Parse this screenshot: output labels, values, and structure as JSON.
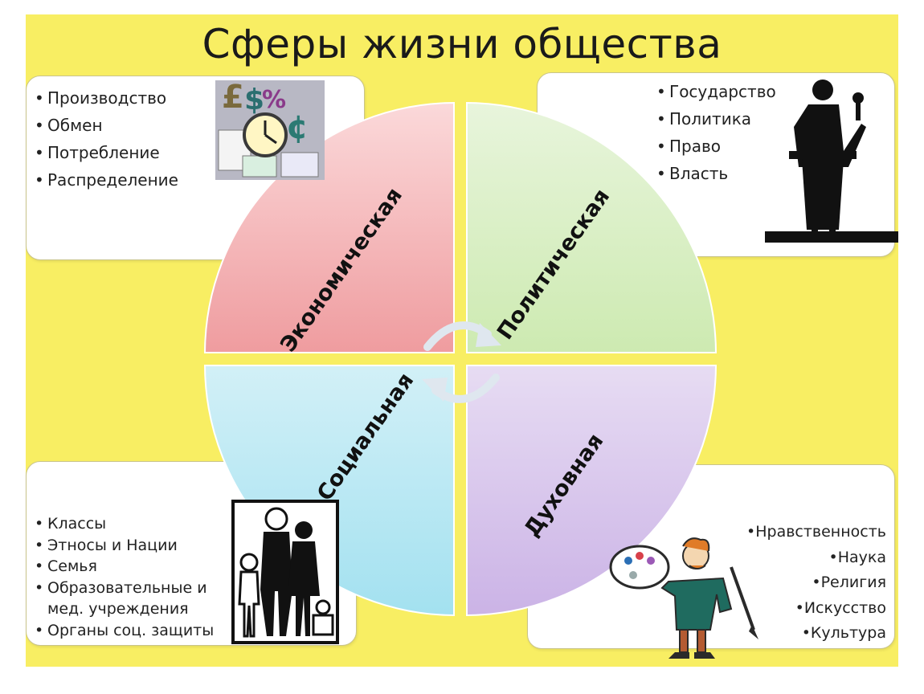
{
  "title": "Сферы жизни общества",
  "spheres": {
    "economic": {
      "label": "Экономическая",
      "items": [
        "Производство",
        "Обмен",
        "Потребление",
        "Распределение"
      ]
    },
    "political": {
      "label": "Политическая",
      "items": [
        "Государство",
        "Политика",
        "Право",
        "Власть"
      ]
    },
    "social": {
      "label": "Социальная",
      "items": [
        "Классы",
        "Этносы и Нации",
        "Семья",
        "Образовательные и",
        "мед. учреждения",
        "Органы соц. защиты"
      ]
    },
    "spiritual": {
      "label": "Духовная",
      "items": [
        "Нравственность",
        "Наука",
        "Религия",
        "Искусство",
        "Культура"
      ]
    }
  },
  "bullet": "•",
  "colors": {
    "background": "#f8ee63",
    "economic": "#f2a9ab",
    "political": "#d6eec0",
    "social": "#b7e7f2",
    "spiritual": "#d9c6ec"
  },
  "icons": [
    "money-chart-icon",
    "speaker-podium-icon",
    "family-icon",
    "painter-icon",
    "cycle-arrows-icon"
  ]
}
